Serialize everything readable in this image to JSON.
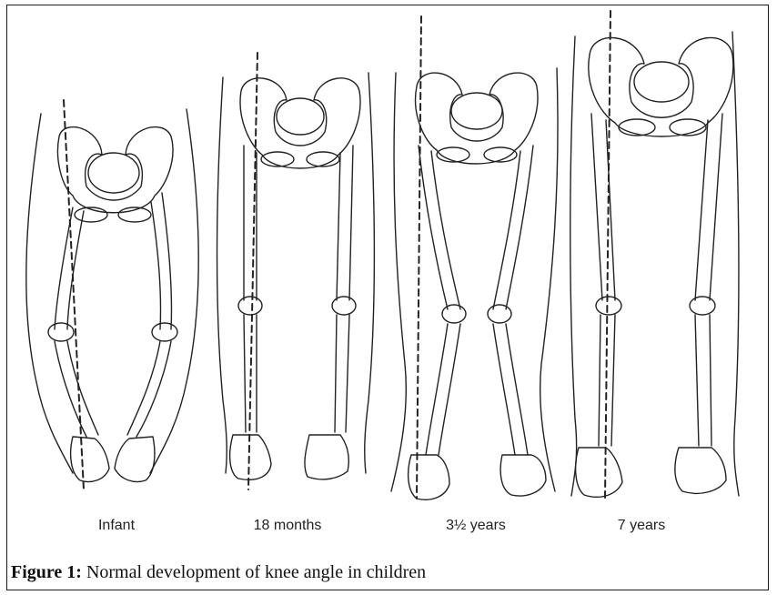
{
  "figure": {
    "panels": [
      {
        "label": "Infant"
      },
      {
        "label": "18 months"
      },
      {
        "label": "3½ years"
      },
      {
        "label": "7 years"
      }
    ],
    "caption_label": "Figure 1:",
    "caption_text": "Normal development of knee angle in children"
  }
}
